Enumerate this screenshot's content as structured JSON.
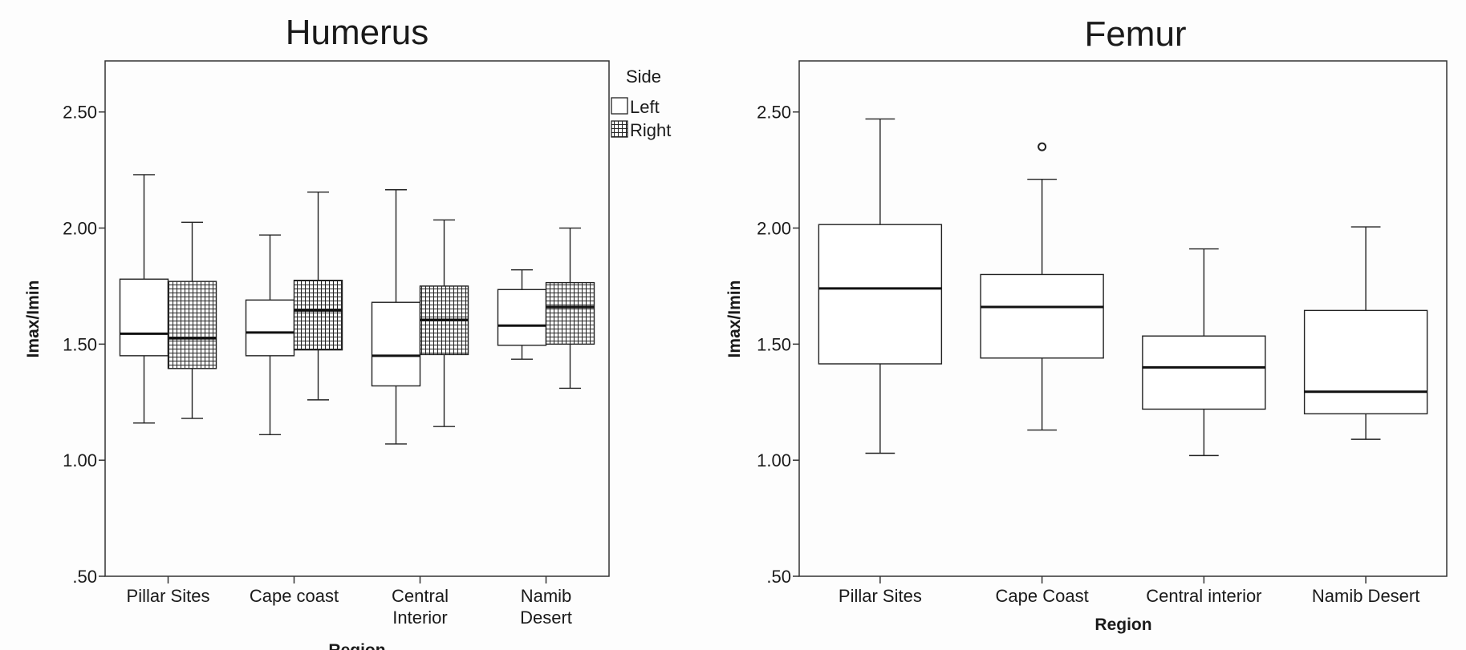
{
  "chart_data": [
    {
      "type": "box",
      "title": "Humerus",
      "xlabel": "Region",
      "ylabel": "Imax/Imin",
      "ylim": [
        0.5,
        2.72
      ],
      "yticks": [
        "2.50",
        "2.00",
        "1.50",
        "1.00",
        ".50"
      ],
      "ytick_values": [
        2.5,
        2.0,
        1.5,
        1.0,
        0.5
      ],
      "grid": false,
      "legend": {
        "title": "Side",
        "placement": "right",
        "entries": [
          "Left",
          "Right"
        ]
      },
      "categories": [
        [
          "Pillar Sites"
        ],
        [
          "Cape coast"
        ],
        [
          "Central",
          "Interior"
        ],
        [
          "Namib",
          "Desert"
        ]
      ],
      "series": [
        {
          "name": "Left",
          "fill": "plain",
          "boxes": [
            {
              "min": 1.16,
              "q1": 1.45,
              "median": 1.545,
              "q3": 1.78,
              "max": 2.23
            },
            {
              "min": 1.11,
              "q1": 1.45,
              "median": 1.55,
              "q3": 1.69,
              "max": 1.97
            },
            {
              "min": 1.07,
              "q1": 1.32,
              "median": 1.45,
              "q3": 1.68,
              "max": 2.165
            },
            {
              "min": 1.435,
              "q1": 1.495,
              "median": 1.58,
              "q3": 1.735,
              "max": 1.82
            }
          ]
        },
        {
          "name": "Right",
          "fill": "crosshatch",
          "boxes": [
            {
              "min": 1.18,
              "q1": 1.395,
              "median": 1.525,
              "q3": 1.77,
              "max": 2.025
            },
            {
              "min": 1.26,
              "q1": 1.475,
              "median": 1.645,
              "q3": 1.775,
              "max": 2.155
            },
            {
              "min": 1.145,
              "q1": 1.455,
              "median": 1.605,
              "q3": 1.75,
              "max": 2.035
            },
            {
              "min": 1.31,
              "q1": 1.5,
              "median": 1.66,
              "q3": 1.765,
              "max": 2.0
            }
          ]
        }
      ]
    },
    {
      "type": "box",
      "title": "Femur",
      "xlabel": "Region",
      "ylabel": "Imax/Imin",
      "ylim": [
        0.5,
        2.72
      ],
      "yticks": [
        "2.50",
        "2.00",
        "1.50",
        "1.00",
        ".50"
      ],
      "ytick_values": [
        2.5,
        2.0,
        1.5,
        1.0,
        0.5
      ],
      "grid": false,
      "categories": [
        [
          "Pillar Sites"
        ],
        [
          "Cape Coast"
        ],
        [
          "Central interior"
        ],
        [
          "Namib Desert"
        ]
      ],
      "series": [
        {
          "fill": "plain",
          "boxes": [
            {
              "min": 1.03,
              "q1": 1.415,
              "median": 1.74,
              "q3": 2.015,
              "max": 2.47
            },
            {
              "min": 1.13,
              "q1": 1.44,
              "median": 1.66,
              "q3": 1.8,
              "max": 2.21,
              "outliers": [
                2.35
              ]
            },
            {
              "min": 1.02,
              "q1": 1.22,
              "median": 1.4,
              "q3": 1.535,
              "max": 1.91
            },
            {
              "min": 1.09,
              "q1": 1.2,
              "median": 1.295,
              "q3": 1.645,
              "max": 2.005
            }
          ]
        }
      ]
    }
  ]
}
